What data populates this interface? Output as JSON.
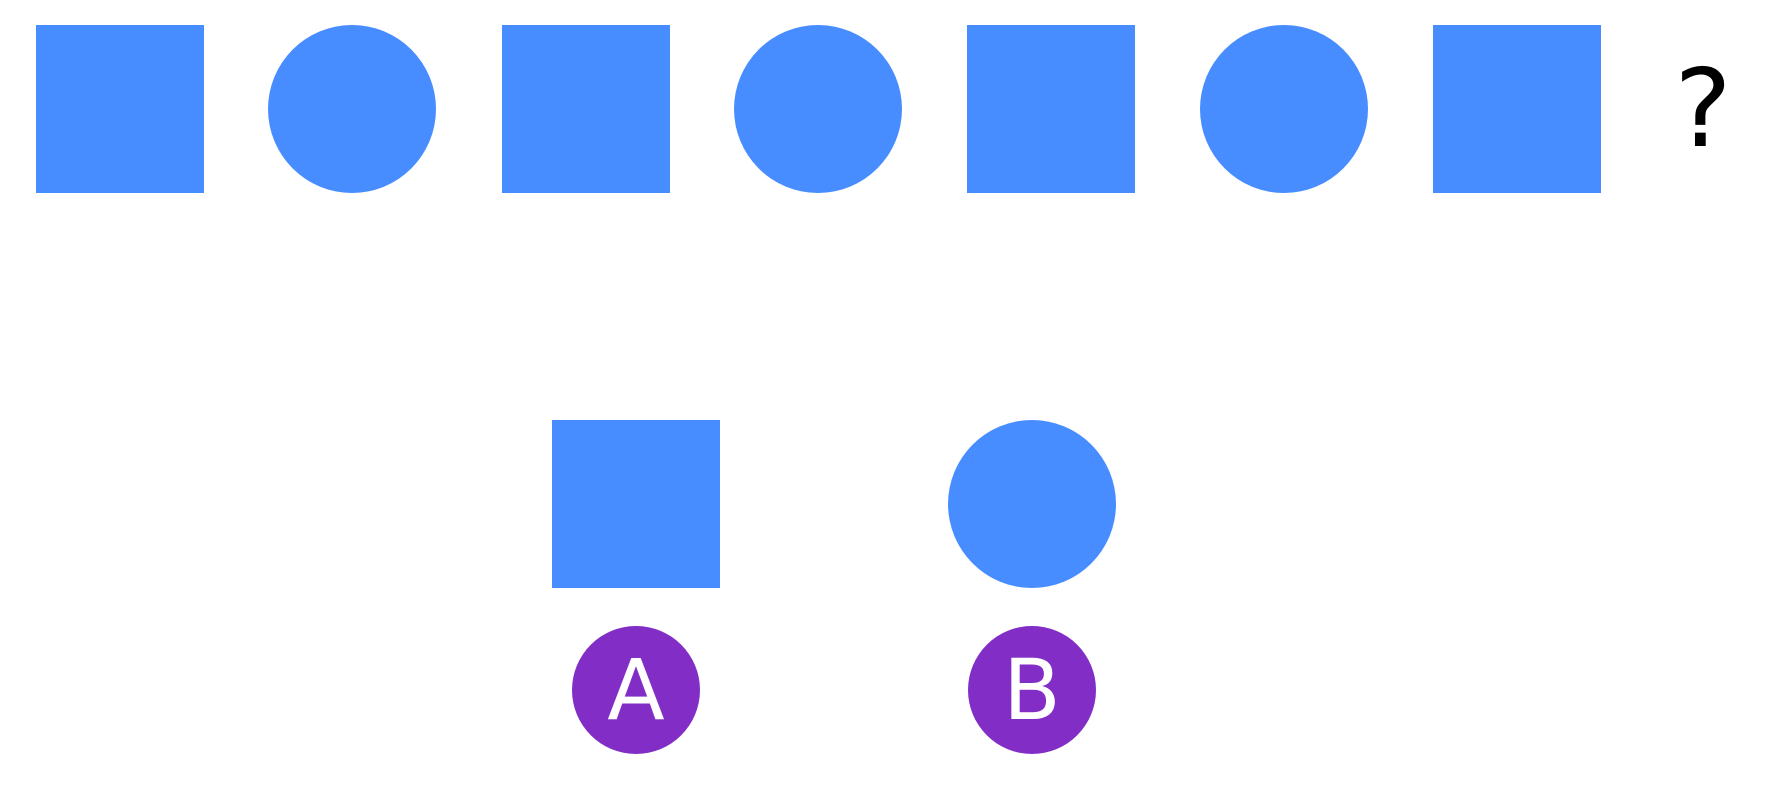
{
  "colors": {
    "shape_fill": "#488dff",
    "badge_fill": "#822ec6",
    "badge_text": "#ffffff"
  },
  "sequence": [
    {
      "shape": "square"
    },
    {
      "shape": "circle"
    },
    {
      "shape": "square"
    },
    {
      "shape": "circle"
    },
    {
      "shape": "square"
    },
    {
      "shape": "circle"
    },
    {
      "shape": "square"
    }
  ],
  "missing_marker": "?",
  "options": [
    {
      "label": "A",
      "shape": "square"
    },
    {
      "label": "B",
      "shape": "circle"
    }
  ]
}
